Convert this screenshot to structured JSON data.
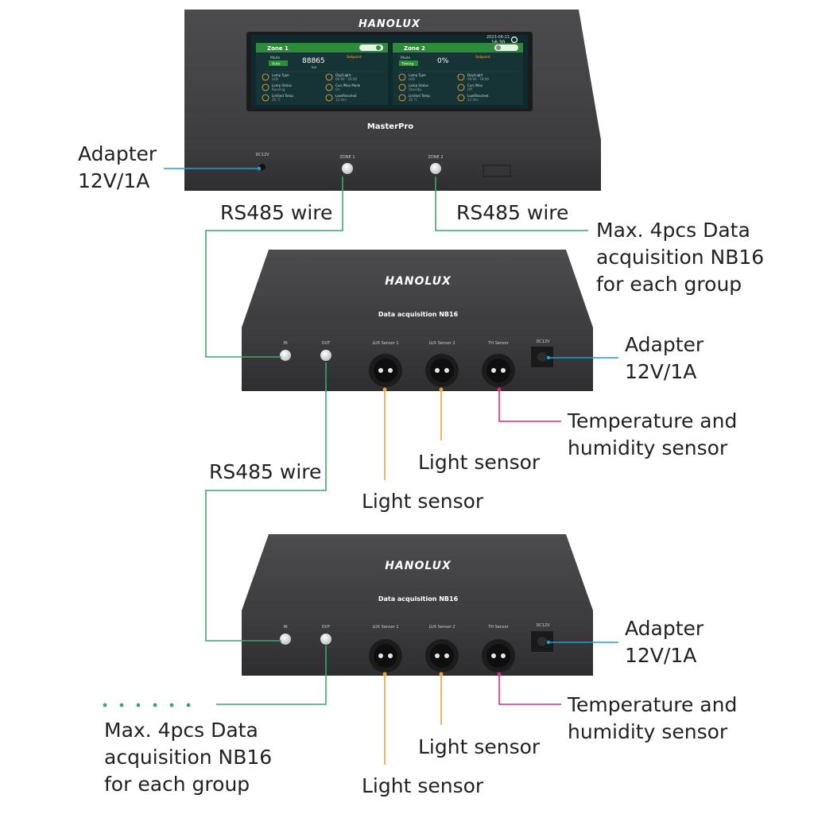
{
  "brand": "HANOLUX",
  "master": {
    "model": "MasterPro",
    "ports": {
      "dc": "DC12V",
      "zone1": "ZONE 1",
      "zone2": "ZONE 2"
    },
    "screen": {
      "clock_date": "2023-06-21",
      "clock_time": "16:30",
      "zone1": {
        "title": "Zone 1",
        "toggle": "ON",
        "mode_label": "Mode",
        "mode_value": "Auto",
        "lux": "88865",
        "lux_unit": "lux",
        "setpoint_label": "Setpoint",
        "rows": [
          "Lamp Type",
          "LED",
          "Lamp Status",
          "Running",
          "Limited Temp.",
          "35 °C",
          "Day/Light",
          "06:00 - 18:00",
          "Curr./Max Mode",
          "On",
          "Low/Reached",
          "12 min"
        ]
      },
      "zone2": {
        "title": "Zone 2",
        "toggle": "OFF",
        "mode_label": "Mode",
        "mode_value": "Timing",
        "lux": "0%",
        "setpoint_label": "Setpoint",
        "rows": [
          "Lamp Type",
          "LED",
          "Lamp Status",
          "Standby",
          "Limited Temp.",
          "35 °C",
          "Day/Light",
          "06:00 - 18:00",
          "Curr./Max",
          "Off",
          "Low/Reached",
          "12 min"
        ]
      }
    }
  },
  "nb16": {
    "title": "Data acquisition NB16",
    "ports": {
      "in": "IN",
      "out": "OUT",
      "lux1": "LUX Sensor 1",
      "lux2": "LUX Sensor 2",
      "th": "TH Sensor",
      "dc": "DC12V"
    }
  },
  "labels": {
    "adapter_master": [
      "Adapter",
      "12V/1A"
    ],
    "rs485_left": "RS485 wire",
    "rs485_right": "RS485 wire",
    "max_top": [
      "Max. 4pcs Data",
      "acquisition NB16",
      "for each group"
    ],
    "adapter_nb1": [
      "Adapter",
      "12V/1A"
    ],
    "temp_hum_1": [
      "Temperature and",
      "humidity sensor"
    ],
    "light_1a": "Light sensor",
    "light_1b": "Light sensor",
    "rs485_mid": "RS485 wire",
    "adapter_nb2": [
      "Adapter",
      "12V/1A"
    ],
    "temp_hum_2": [
      "Temperature and",
      "humidity sensor"
    ],
    "light_2a": "Light sensor",
    "light_2b": "Light sensor",
    "max_bottom": [
      "Max. 4pcs Data",
      "acquisition NB16",
      "for each group"
    ]
  },
  "colors": {
    "device": "#3c3c3e",
    "device_top": "#4a4a4d",
    "screen_bg": "#0f2a2c",
    "zone_green": "#2e8b3a",
    "wire_green": "#3aa86b",
    "adapter_blue": "#1ea0d8",
    "light_orange": "#f0a040",
    "th_magenta": "#d62a8a"
  }
}
